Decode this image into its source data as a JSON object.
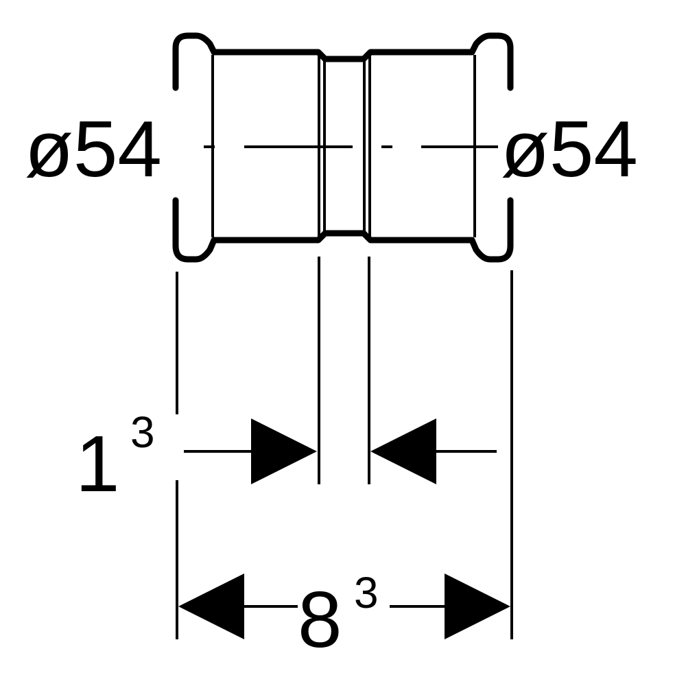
{
  "labels": {
    "diameter_left": "ø54",
    "diameter_right": "ø54",
    "dim_small_main": "1",
    "dim_small_sup": "3",
    "dim_overall_main": "8",
    "dim_overall_sup": "3"
  },
  "colors": {
    "line": "#000000",
    "background": "#ffffff"
  }
}
